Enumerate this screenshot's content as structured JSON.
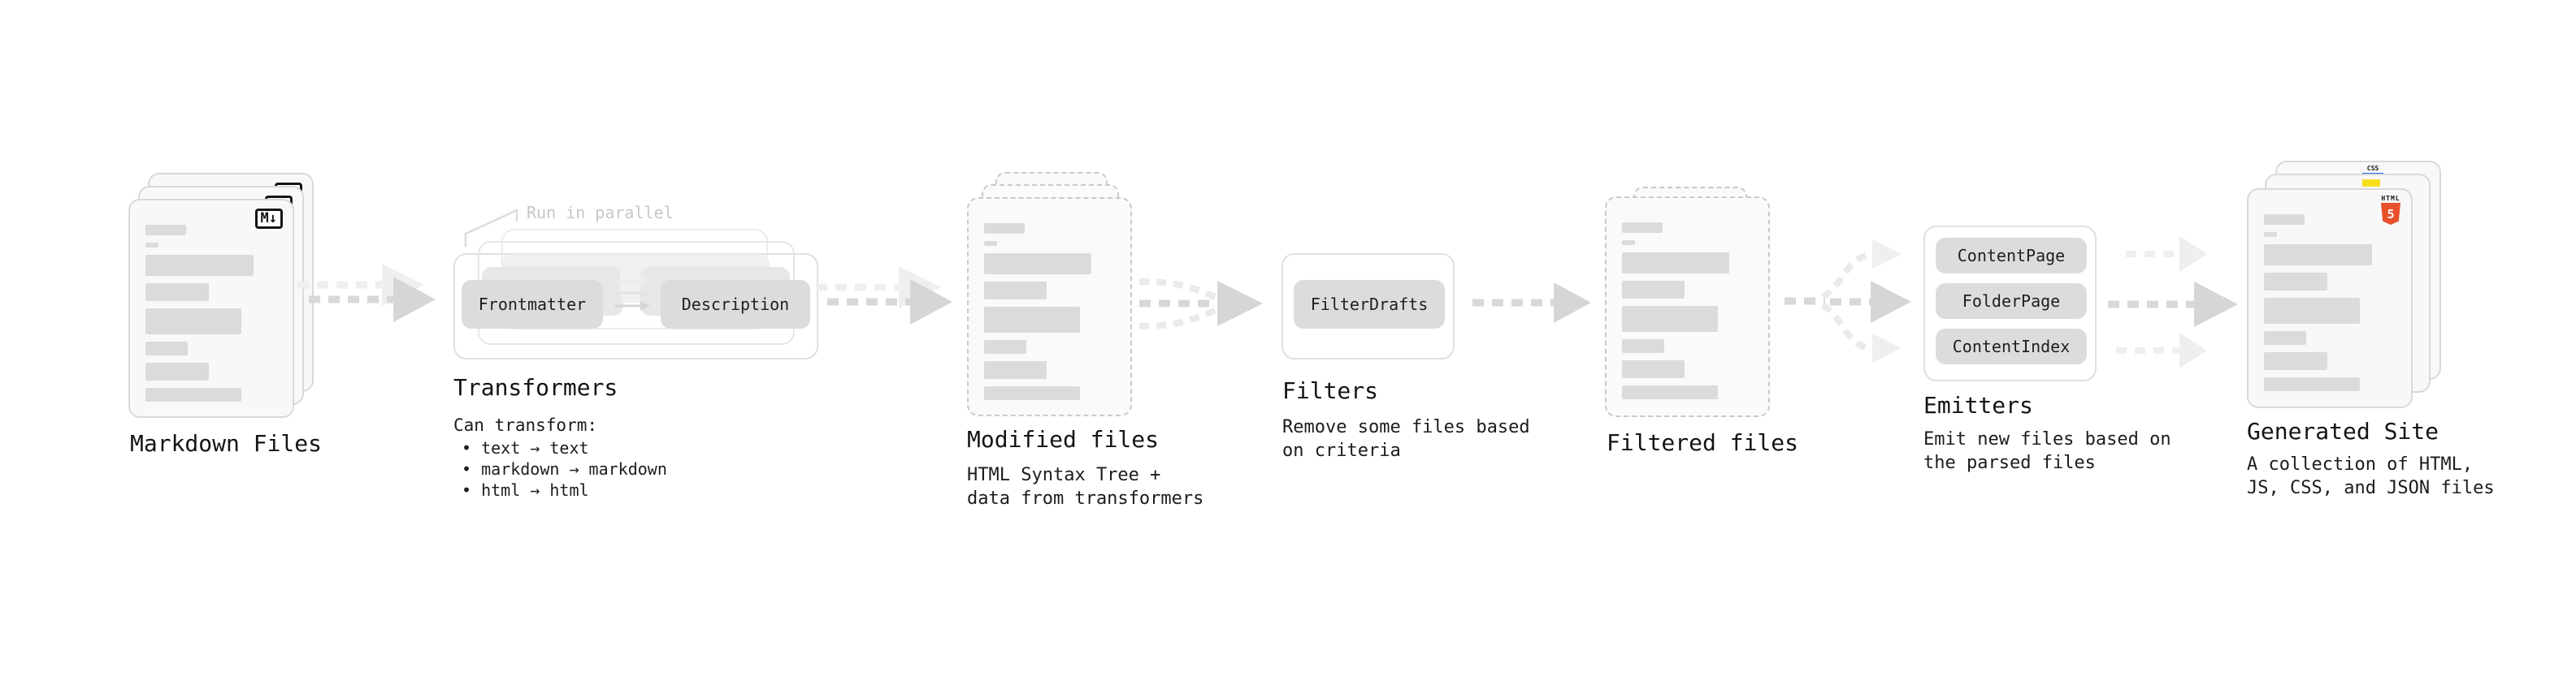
{
  "stages": {
    "markdown": {
      "title": "Markdown Files",
      "badge": "M↓"
    },
    "transformers": {
      "title": "Transformers",
      "annotation": "Run in parallel",
      "pill_left": "Frontmatter",
      "pill_right": "Description",
      "caption_heading": "Can transform:",
      "bullets": [
        "• text → text",
        "• markdown → markdown",
        "• html → html"
      ]
    },
    "modified": {
      "title": "Modified files",
      "caption": "HTML Syntax Tree +\ndata from transformers"
    },
    "filters": {
      "title": "Filters",
      "pill": "FilterDrafts",
      "caption": "Remove some files based\non criteria"
    },
    "filtered": {
      "title": "Filtered files"
    },
    "emitters": {
      "title": "Emitters",
      "pills": [
        "ContentPage",
        "FolderPage",
        "ContentIndex"
      ],
      "caption": "Emit new files based on\nthe parsed files"
    },
    "generated": {
      "title": "Generated Site",
      "caption": "A collection of HTML,\nJS, CSS, and JSON files",
      "badge_html_word": "HTML",
      "badge_html_number": "5",
      "badge_css_word": "CSS"
    }
  },
  "colors": {
    "arrow_main": "#d8d8d8",
    "arrow_ghost": "#efefef",
    "html5_orange": "#e8502a",
    "js_yellow": "#f7df1e",
    "css_blue": "#2760e6",
    "badge_border": "#141414"
  }
}
